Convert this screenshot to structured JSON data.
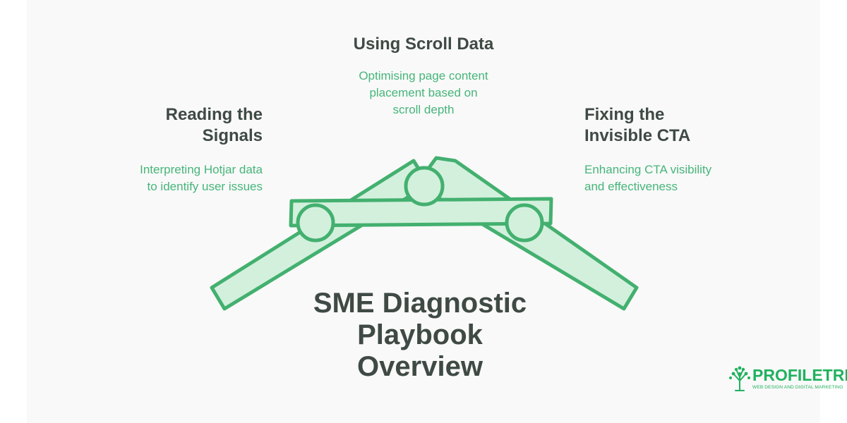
{
  "title": "SME Diagnostic Playbook Overview",
  "title_lines": [
    "SME Diagnostic",
    "Playbook",
    "Overview"
  ],
  "sections": [
    {
      "heading_lines": [
        "Reading the",
        "Signals"
      ],
      "description_lines": [
        "Interpreting Hotjar data",
        "to identify user issues"
      ]
    },
    {
      "heading_lines": [
        "Using Scroll Data"
      ],
      "description_lines": [
        "Optimising page content",
        "placement based on",
        "scroll depth"
      ]
    },
    {
      "heading_lines": [
        "Fixing the",
        "Invisible CTA"
      ],
      "description_lines": [
        "Enhancing CTA visibility",
        "and effectiveness"
      ]
    }
  ],
  "brand": {
    "name": "PROFILETREE",
    "tagline": "WEB DESIGN AND DIGITAL MARKETING"
  },
  "colors": {
    "accent_green": "#46b57a",
    "shape_fill": "#d3f0dd",
    "shape_stroke": "#43b06f",
    "text_dark": "#3f4a45",
    "brand_green": "#21b15f"
  }
}
